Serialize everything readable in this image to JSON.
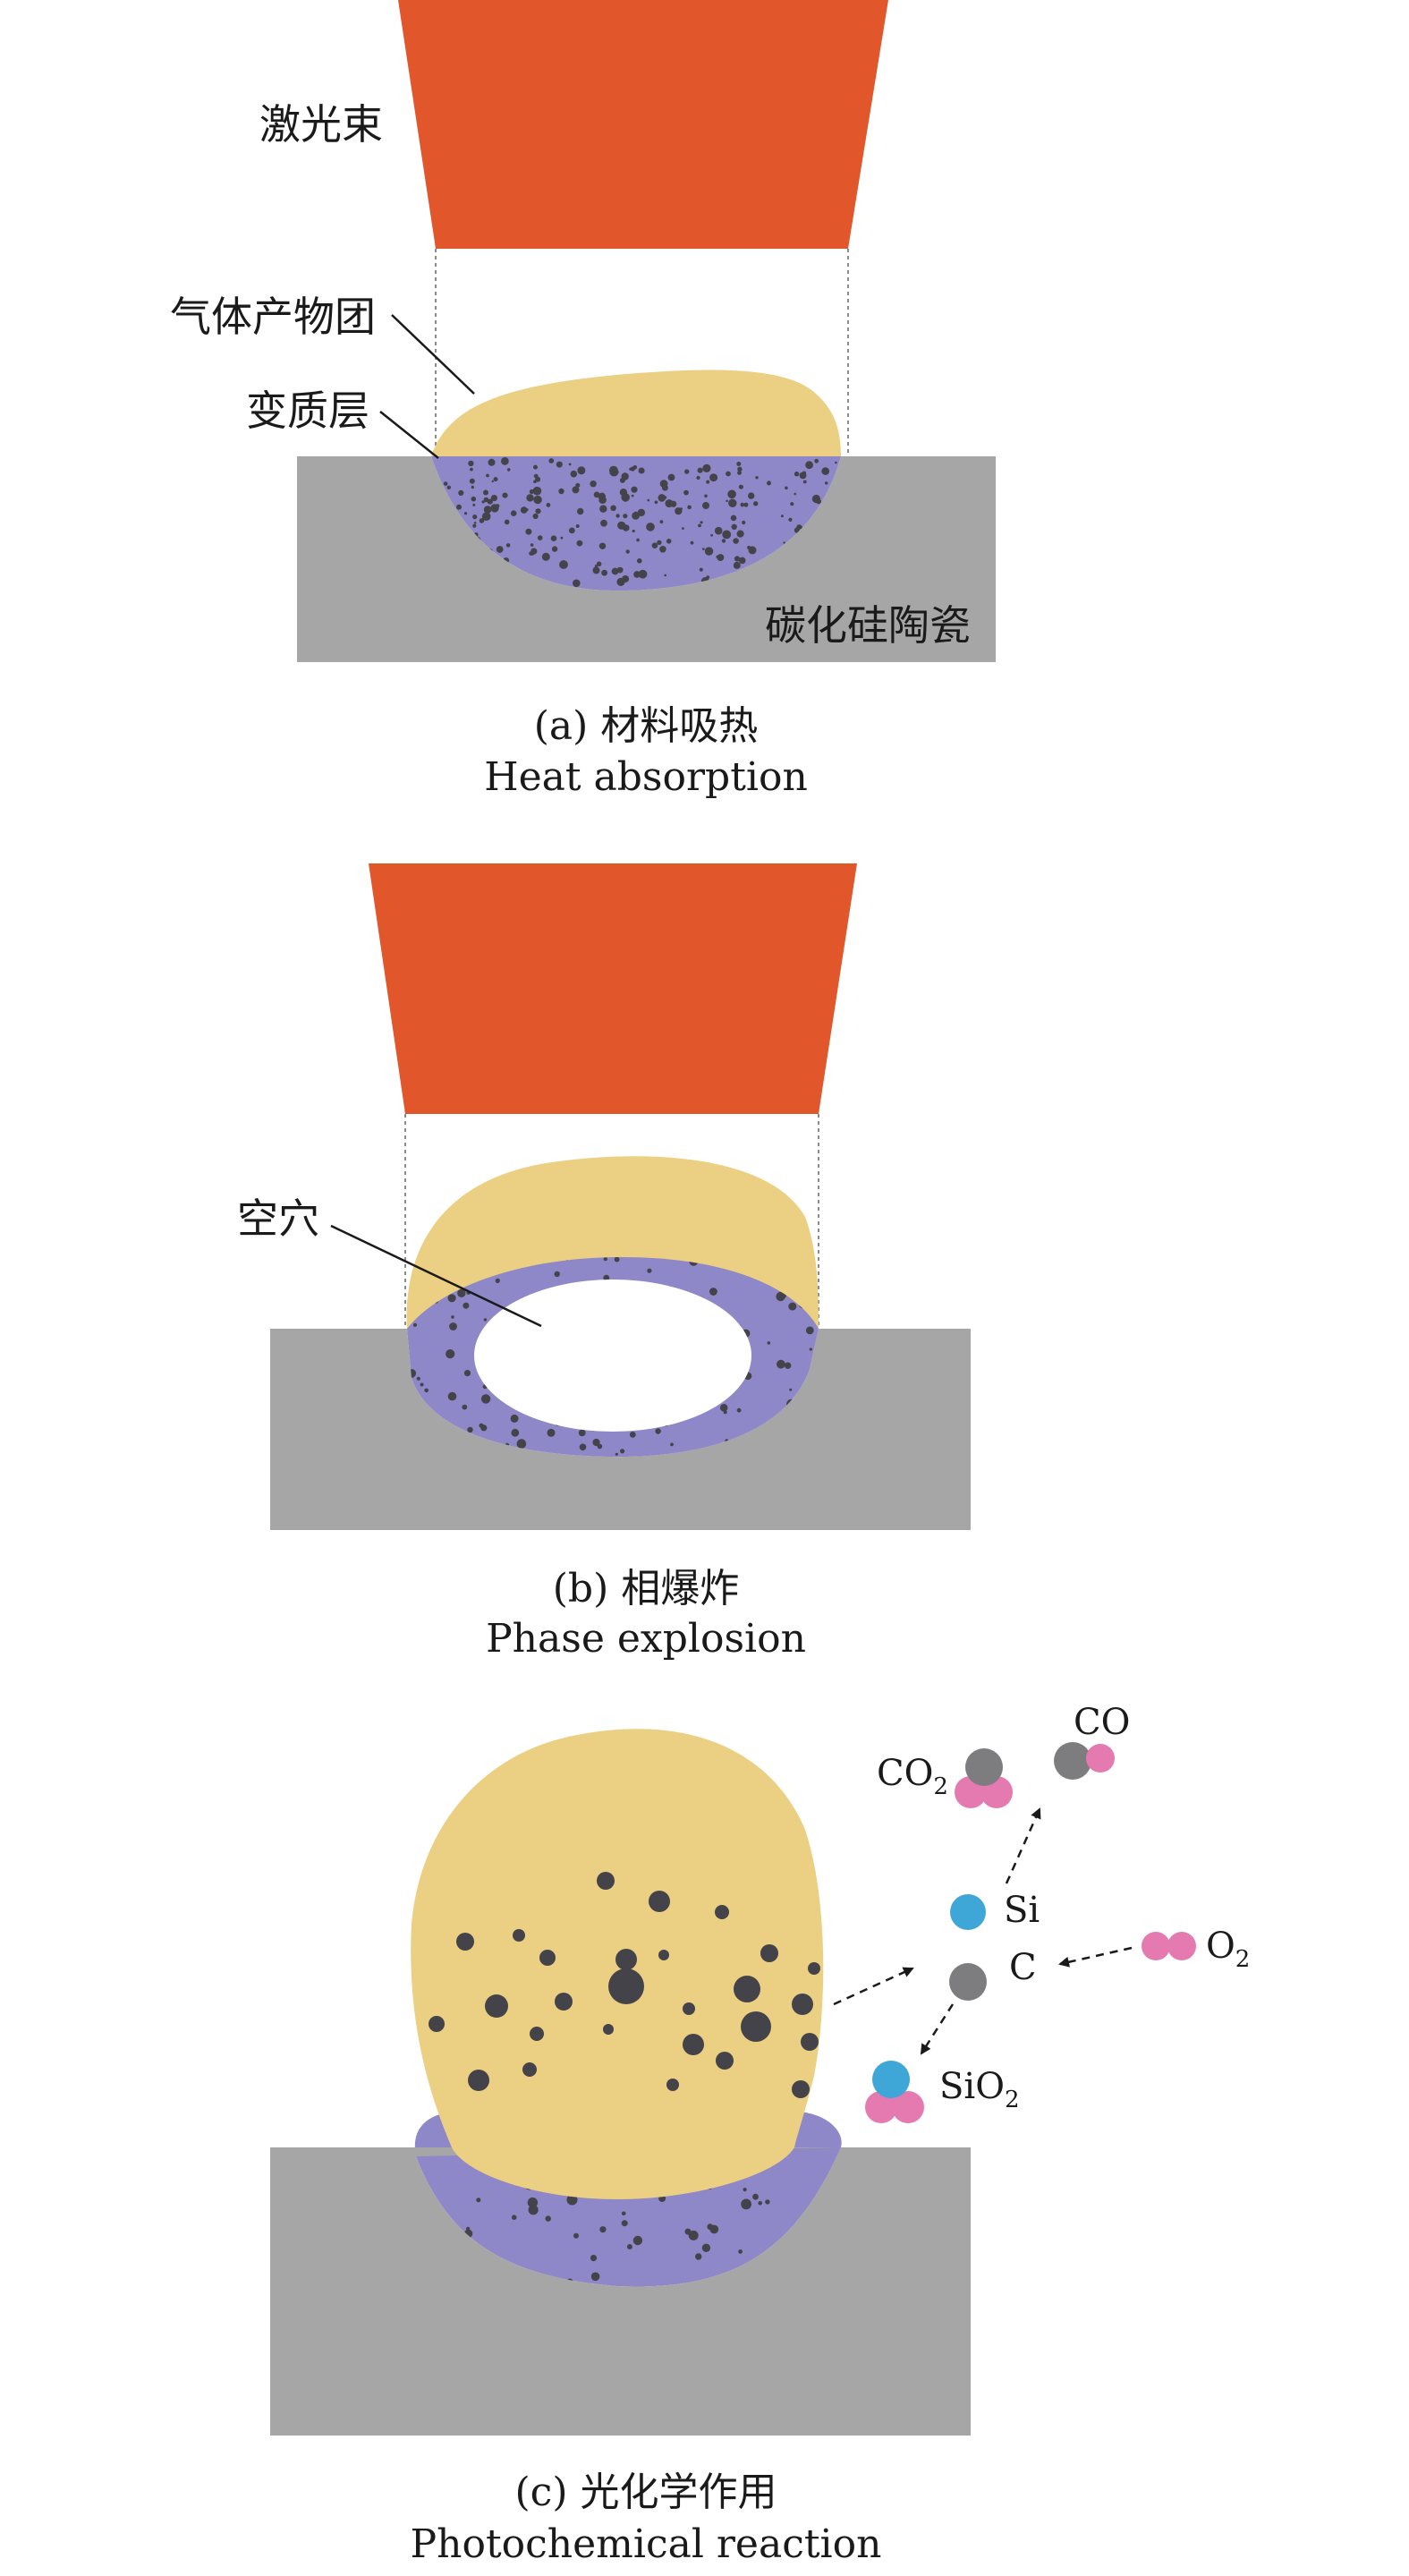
{
  "colors": {
    "laser": "#E1562A",
    "gas": "#EBCF82",
    "altered": "#8E87C8",
    "ceramic": "#A6A6A6",
    "particle": "#44434A",
    "si": "#3FA6D8",
    "oxygen": "#E47AB0",
    "carbon": "#7D7D80"
  },
  "panel_a": {
    "laser_label": "激光束",
    "gas_label": "气体产物团",
    "altered_label": "变质层",
    "ceramic_label": "碳化硅陶瓷",
    "caption_cn": "(a) 材料吸热",
    "caption_en": "Heat absorption"
  },
  "panel_b": {
    "cavity_label": "空穴",
    "caption_cn": "(b) 相爆炸",
    "caption_en": "Phase explosion"
  },
  "panel_c": {
    "co2_label": "CO",
    "co2_sub": "2",
    "co_label": "CO",
    "si_label": "Si",
    "c_label": "C",
    "o2_label": "O",
    "o2_sub": "2",
    "sio2_label": "SiO",
    "sio2_sub": "2",
    "caption_cn": "(c) 光化学作用",
    "caption_en": "Photochemical reaction"
  },
  "icons": [
    "laser-beam",
    "gas-plume",
    "altered-layer",
    "sic-ceramic",
    "cavity",
    "si-atom",
    "c-atom",
    "o2-molecule",
    "co-molecule",
    "co2-molecule",
    "sio2-molecule"
  ]
}
